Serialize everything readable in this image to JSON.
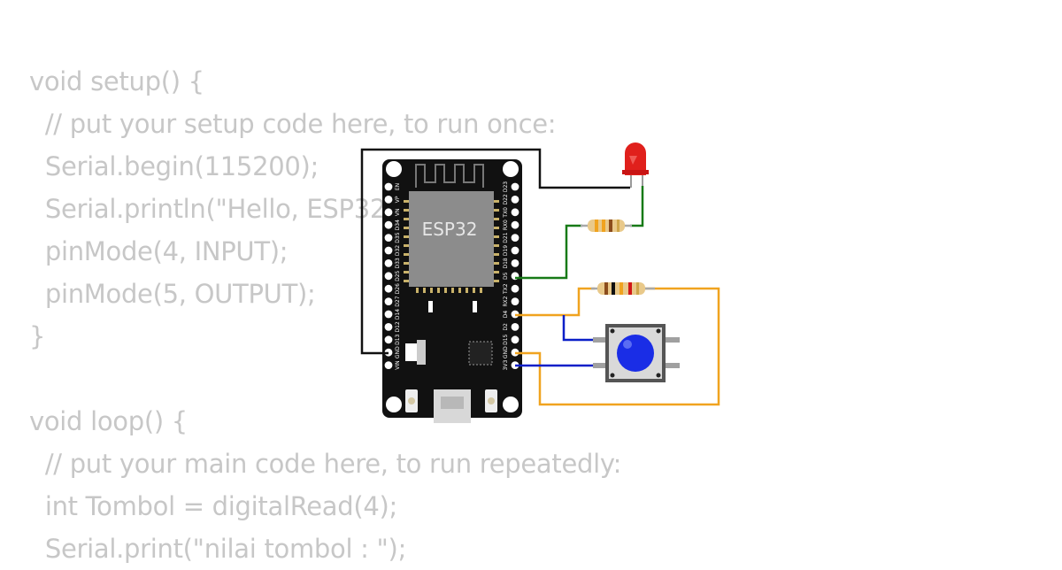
{
  "code": {
    "lines": [
      "void setup() {",
      "  // put your setup code here, to run once:",
      "  Serial.begin(115200);",
      "  Serial.println(\"Hello, ESP32!\");",
      "  pinMode(4, INPUT);",
      "  pinMode(5, OUTPUT);",
      "}",
      "",
      "void loop() {",
      "  // put your main code here, to run repeatedly:",
      "  int Tombol = digitalRead(4);",
      "  Serial.print(\"nilai tombol : \");"
    ]
  },
  "board": {
    "chip_label": "ESP32",
    "left_pins": [
      "EN",
      "VP",
      "VN",
      "D34",
      "D35",
      "D32",
      "D33",
      "D25",
      "D26",
      "D27",
      "D14",
      "D12",
      "D13",
      "GND",
      "VIN"
    ],
    "right_pins": [
      "D23",
      "D22",
      "TX0",
      "RX0",
      "D21",
      "D19",
      "D18",
      "D5",
      "TX2",
      "RX2",
      "D4",
      "D2",
      "D15",
      "GND",
      "3V3"
    ]
  },
  "components": {
    "led_color": "#e0201c",
    "button_color": "#1a2de6",
    "wire_colors": {
      "black": "#111111",
      "green": "#177a17",
      "orange": "#f0a31f",
      "blue": "#0a1fc8"
    }
  }
}
